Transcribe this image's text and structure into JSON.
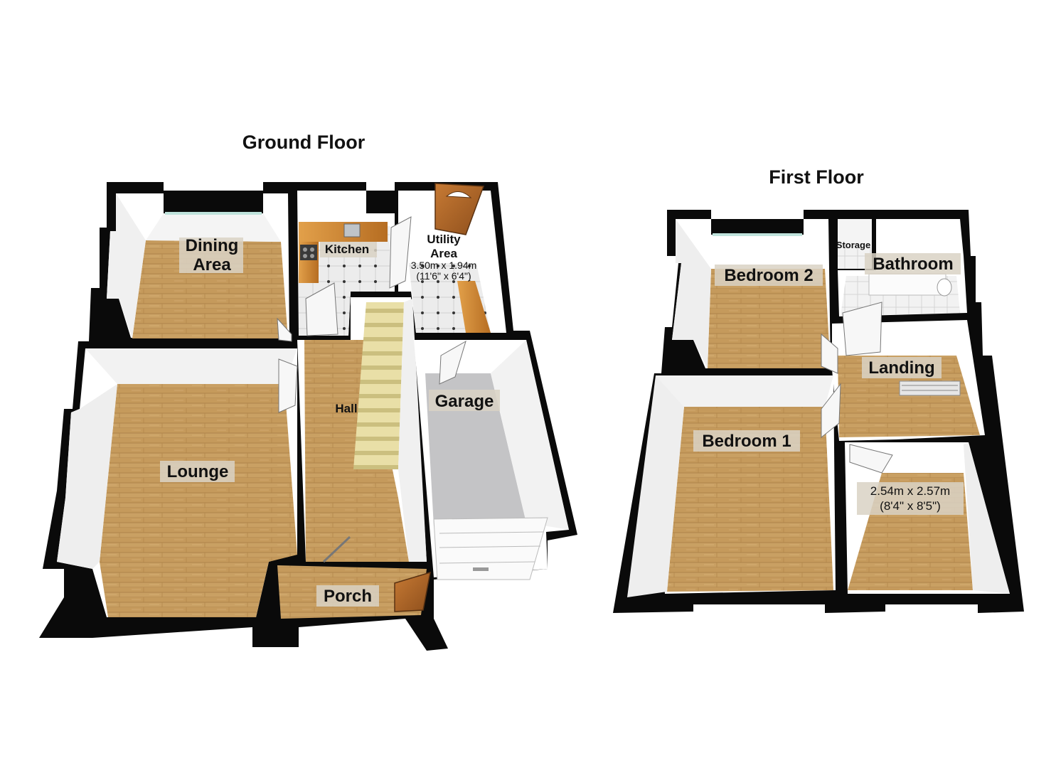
{
  "floors": {
    "ground": {
      "title": "Ground Floor",
      "rooms": {
        "dining": {
          "line1": "Dining",
          "line2": "Area"
        },
        "kitchen": {
          "name": "Kitchen"
        },
        "utility": {
          "line1": "Utility",
          "line2": "Area",
          "dim_metric": "3.50m x 1.94m",
          "dim_imperial": "(11'6\" x 6'4\")"
        },
        "hall": {
          "name": "Hall"
        },
        "garage": {
          "name": "Garage"
        },
        "lounge": {
          "name": "Lounge"
        },
        "porch": {
          "name": "Porch"
        }
      }
    },
    "first": {
      "title": "First Floor",
      "rooms": {
        "bedroom2": {
          "name": "Bedroom 2"
        },
        "storage": {
          "name": "Storage"
        },
        "bathroom": {
          "name": "Bathroom"
        },
        "landing": {
          "name": "Landing"
        },
        "bedroom1": {
          "name": "Bedroom 1"
        },
        "bedroom3": {
          "dim_metric": "2.54m x 2.57m",
          "dim_imperial": "(8'4\" x 8'5\")"
        }
      }
    }
  },
  "colors": {
    "wall": "#0a0a0a",
    "wood_floor": "#c9a063",
    "tile_floor": "#e8e8e8",
    "garage_floor": "#c4c4c6",
    "inner_wall": "#ffffff",
    "wall_shadow": "#e4e4e4"
  }
}
